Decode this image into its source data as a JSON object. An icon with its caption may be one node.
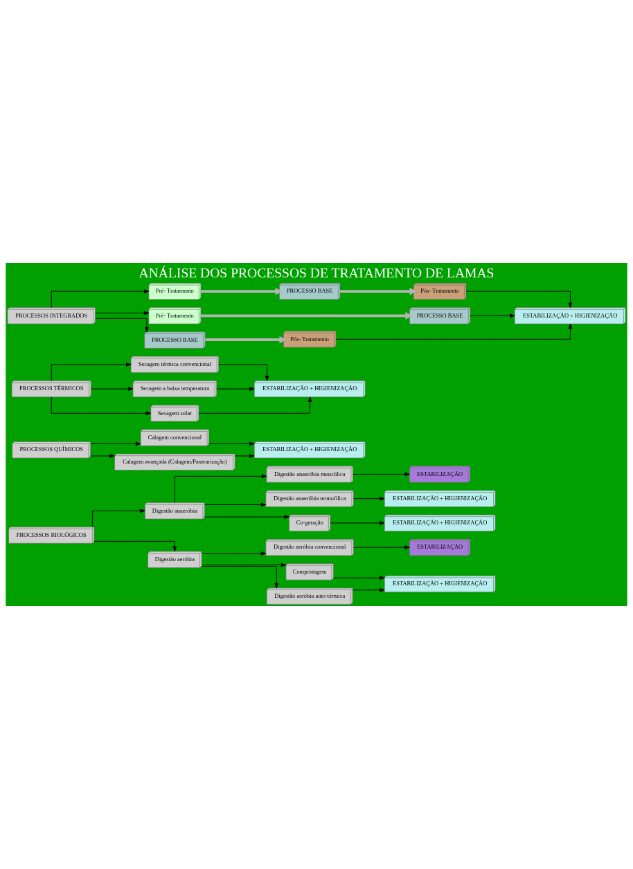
{
  "diagram": {
    "title": "ANÁLISE DOS PROCESSOS DE TRATAMENTO DE LAMAS",
    "nodes": [
      {
        "text": [
          "PROCESSOS BIOLÓGICOS"
        ]
      },
      {
        "text": [
          "Digestão anaeróbia"
        ]
      },
      {
        "text": [
          "Digestão aeróbia"
        ]
      },
      {
        "text": [
          "Digestão anaeróbia mesofilica"
        ]
      },
      {
        "text": [
          "Digestão anaeróbia termofilica"
        ]
      },
      {
        "text": [
          "Co-geração"
        ]
      },
      {
        "text": [
          "ESTABILIZAÇÃO"
        ]
      },
      {
        "text": [
          "ESTABILIZAÇÃO + HIGIENIZAÇÃO"
        ]
      },
      {
        "text": [
          "ESTABILIZAÇÃO + HIGIENIZAÇÃO"
        ]
      },
      {
        "text": [
          "Digestão aeróbia convencional"
        ]
      },
      {
        "text": [
          "Compostagem"
        ]
      },
      {
        "text": [
          "Digestão aeróbia auto-térmica"
        ]
      },
      {
        "text": [
          "ESTABILIZAÇÃO"
        ]
      },
      {
        "text": [
          "ESTABILIZAÇÃO + HIGIENIZAÇÃO"
        ]
      },
      {
        "text": [
          "PROCESSOS QUÍMICOS"
        ]
      },
      {
        "text": [
          "Calagem convencional"
        ]
      },
      {
        "text": [
          "Calagem avançada (Calagem/Pasteurização)"
        ]
      },
      {
        "text": [
          "ESTABILIZAÇÃO + HIGIENIZAÇÃO"
        ]
      },
      {
        "text": [
          "PROCESSOS TÉRMICOS"
        ]
      },
      {
        "text": [
          "Secagem térmica convencional"
        ]
      },
      {
        "text": [
          "Secagem a baixa temperatura"
        ]
      },
      {
        "text": [
          "Secagem solar"
        ]
      },
      {
        "text": [
          "ESTABILIZAÇÃO + HIGIENIZAÇÃO"
        ]
      },
      {
        "text": [
          "PROCESSOS INTEGRADOS"
        ]
      },
      {
        "text": [
          "Pré- Tratamento"
        ]
      },
      {
        "text": [
          "PROCESSO BASE"
        ]
      },
      {
        "text": [
          "Pós- Tratamento"
        ]
      },
      {
        "text": [
          "Pré- Tratamento"
        ]
      },
      {
        "text": [
          "PROCESSO BASE"
        ]
      },
      {
        "text": [
          "PROCESSO BASE"
        ]
      },
      {
        "text": [
          "Pós- Tratamento"
        ]
      },
      {
        "text": [
          "ESTABILIZAÇÃO + HIGIENIZAÇÃO"
        ]
      }
    ],
    "edges": [
      {
        "from": 0,
        "to": 1,
        "arrow": "to"
      },
      {
        "from": 0,
        "to": 2,
        "arrow": "to"
      },
      {
        "from": 1,
        "to": 3,
        "arrow": "to"
      },
      {
        "from": 1,
        "to": 4,
        "arrow": "to"
      },
      {
        "from": 1,
        "to": 5,
        "arrow": "to"
      },
      {
        "from": 3,
        "to": 6,
        "arrow": "to"
      },
      {
        "from": 4,
        "to": 7,
        "arrow": "to"
      },
      {
        "from": 5,
        "to": 8,
        "arrow": "to"
      },
      {
        "from": 2,
        "to": 9,
        "arrow": "to"
      },
      {
        "from": 2,
        "to": 10,
        "arrow": "to"
      },
      {
        "from": 2,
        "to": 11,
        "arrow": "to"
      },
      {
        "from": 9,
        "to": 12,
        "arrow": "to"
      },
      {
        "from": 10,
        "to": 13,
        "arrow": "to"
      },
      {
        "from": 11,
        "to": 13,
        "arrow": "to"
      },
      {
        "from": 14,
        "to": 15,
        "arrow": "to"
      },
      {
        "from": 14,
        "to": 16,
        "arrow": "to"
      },
      {
        "from": 15,
        "to": 17,
        "arrow": "to"
      },
      {
        "from": 16,
        "to": 17,
        "arrow": "to"
      },
      {
        "from": 18,
        "to": 19,
        "arrow": "to"
      },
      {
        "from": 18,
        "to": 20,
        "arrow": "to"
      },
      {
        "from": 18,
        "to": 21,
        "arrow": "to"
      },
      {
        "from": 19,
        "to": 22,
        "arrow": "to"
      },
      {
        "from": 20,
        "to": 22,
        "arrow": "to"
      },
      {
        "from": 21,
        "to": 22,
        "arrow": "to"
      },
      {
        "from": 23,
        "to": 24,
        "arrow": "to"
      },
      {
        "from": 23,
        "to": 27,
        "arrow": "to"
      },
      {
        "from": 23,
        "to": 29,
        "arrow": "to"
      },
      {
        "from": 24,
        "to": 25,
        "arrow": "to",
        "style": "thick",
        "color": "#b4b4b4"
      },
      {
        "from": 25,
        "to": 26,
        "arrow": "to",
        "style": "thick",
        "color": "#b4b4b4"
      },
      {
        "from": 27,
        "to": 28,
        "arrow": "to",
        "style": "thick",
        "color": "#b4b4b4"
      },
      {
        "from": 29,
        "to": 30,
        "arrow": "to",
        "style": "thick",
        "color": "#b4b4b4"
      },
      {
        "from": 26,
        "to": 31,
        "arrow": "to"
      },
      {
        "from": 28,
        "to": 31,
        "arrow": "to"
      },
      {
        "from": 30,
        "to": 31,
        "arrow": "to"
      }
    ]
  }
}
